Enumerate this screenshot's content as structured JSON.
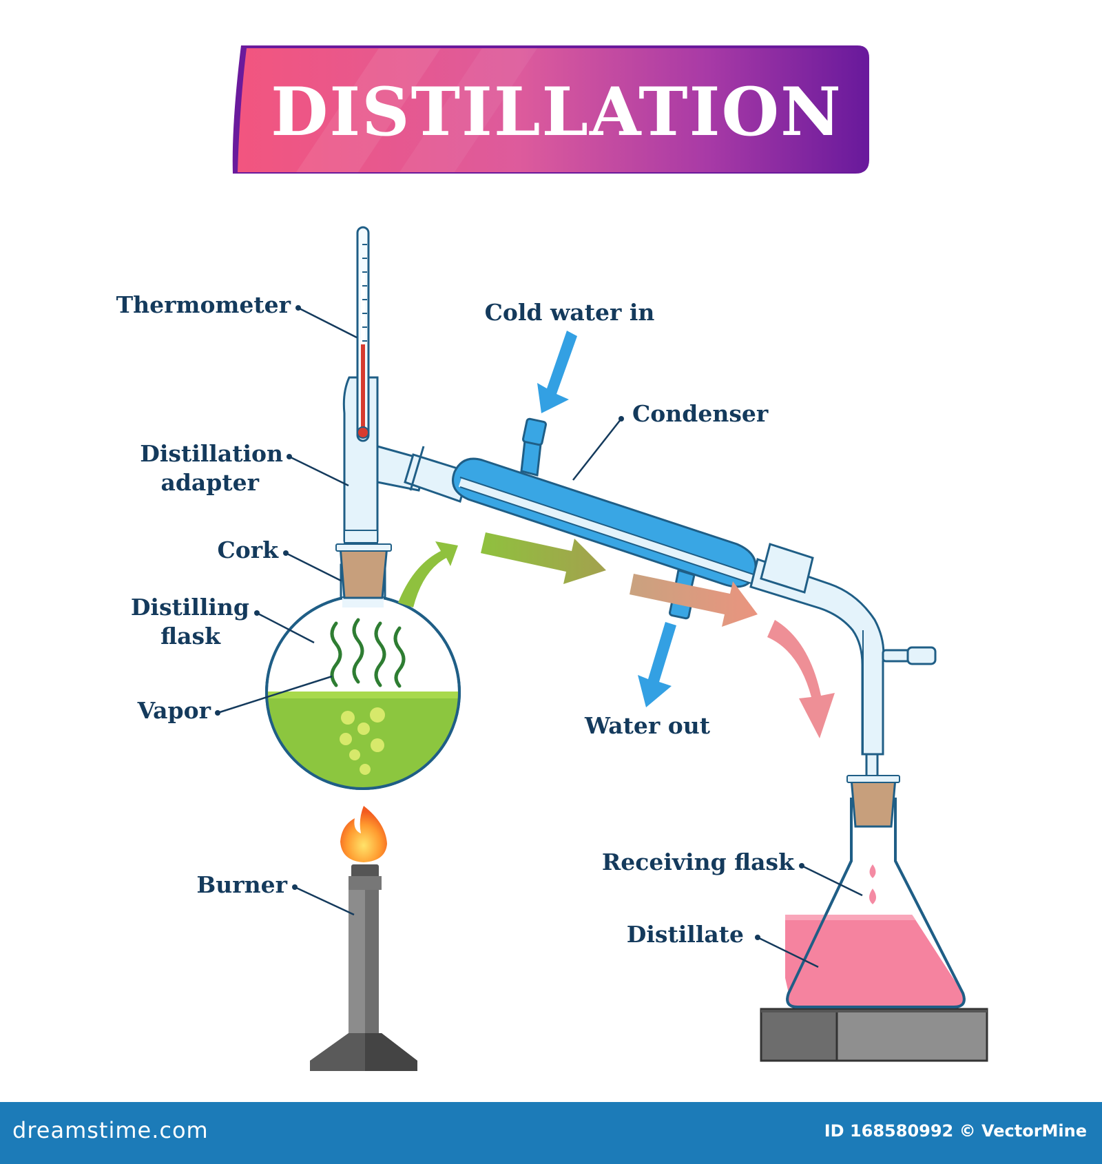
{
  "title": "DISTILLATION",
  "labels": {
    "thermometer": "Thermometer",
    "cold_water_in": "Cold water in",
    "condenser": "Condenser",
    "distillation_adapter_1": "Distillation",
    "distillation_adapter_2": "adapter",
    "cork": "Cork",
    "distilling_flask_1": "Distilling",
    "distilling_flask_2": "flask",
    "vapor": "Vapor",
    "water_out": "Water out",
    "burner": "Burner",
    "receiving_flask": "Receiving flask",
    "distillate": "Distillate"
  },
  "footer": {
    "brand": "dreamstime.com",
    "credit": "ID 168580992 © VectorMine"
  },
  "colors": {
    "title_gradient": [
      "#f04f86",
      "#e0559a",
      "#a33aa8",
      "#6b1b9e"
    ],
    "label_text": "#143a5c",
    "condenser": "#39a6e4",
    "glass": "#dff1fb",
    "liquid_green": "#8cc63f",
    "distillate_pink": "#f5839f",
    "cork": "#bf9a78",
    "burner": "#666666",
    "footer": "#1c7bb8"
  }
}
